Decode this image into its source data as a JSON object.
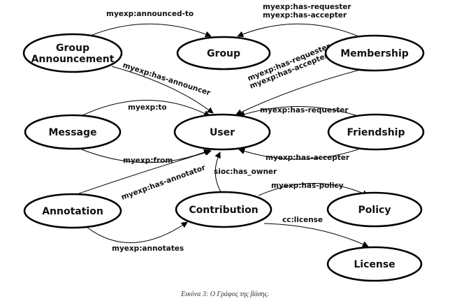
{
  "nodes": {
    "group_announcement": [
      "Group",
      "Announcement"
    ],
    "group": "Group",
    "membership": "Membership",
    "message": "Message",
    "user": "User",
    "friendship": "Friendship",
    "annotation": "Annotation",
    "contribution": "Contribution",
    "policy": "Policy",
    "license": "License"
  },
  "edges": {
    "announced_to": "myexp:announced-to",
    "membership_has_requester": "myexp:has-requester",
    "membership_has_accepter": "myexp:has-accepter",
    "has_announcer": "myexp:has-announcer",
    "membership_user_has_requester": "myexp:has-requester",
    "membership_user_has_accepter": "myexp:has-accepter",
    "message_to": "myexp:to",
    "message_from": "myexp:from",
    "friendship_has_requester": "myexp:has-requester",
    "friendship_has_accepter": "myexp:has-accepter",
    "has_annotator": "myexp:has-annotator",
    "has_owner": "sioc:has_owner",
    "has_policy": "myexp:has-policy",
    "license": "cc:license",
    "annotates": "myexp:annotates"
  },
  "caption": "Εικόνα 3: Ο Γράφος της βάσης."
}
